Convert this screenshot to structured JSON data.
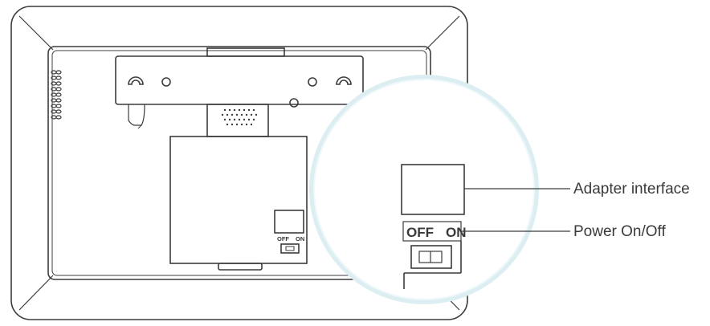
{
  "callouts": [
    {
      "id": "adapter",
      "label": "Adapter interface"
    },
    {
      "id": "power",
      "label": "Power On/Off"
    }
  ],
  "switch": {
    "off_label": "OFF",
    "on_label": "ON"
  },
  "colors": {
    "line": "#3c3c3c",
    "callout_circle": "#ddeef2",
    "background": "#ffffff"
  }
}
